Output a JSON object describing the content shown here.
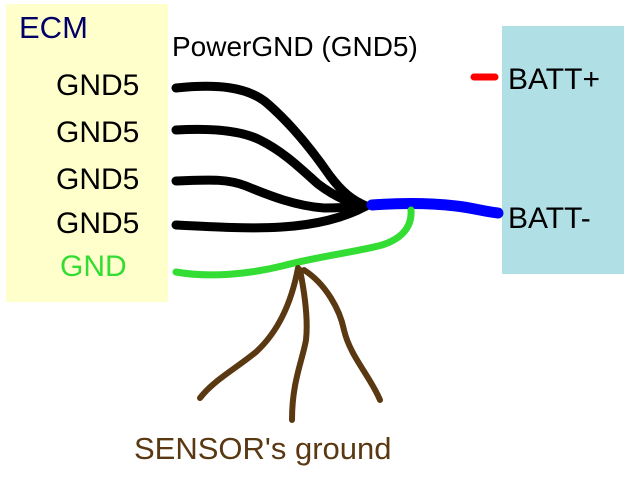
{
  "title": "PowerGND (GND5)",
  "ecm": {
    "title": "ECM",
    "pins": [
      "GND5",
      "GND5",
      "GND5",
      "GND5",
      "GND"
    ]
  },
  "battery": {
    "plus_label": "BATT+",
    "minus_label": "BATT-"
  },
  "sensor_label": "SENSOR's ground",
  "colors": {
    "ecm_box": "#ffffcc",
    "battery_box": "#b0e0e6",
    "ecm_title": "#000066",
    "text": "#000000",
    "gnd_label": "#33dd33",
    "power_gnd_wire": "#000000",
    "batt_neg_wire": "#0000ff",
    "batt_pos_wire": "#ff0000",
    "sensor_gnd_wire": "#33dd33",
    "sensor_wires": "#5a3812"
  }
}
